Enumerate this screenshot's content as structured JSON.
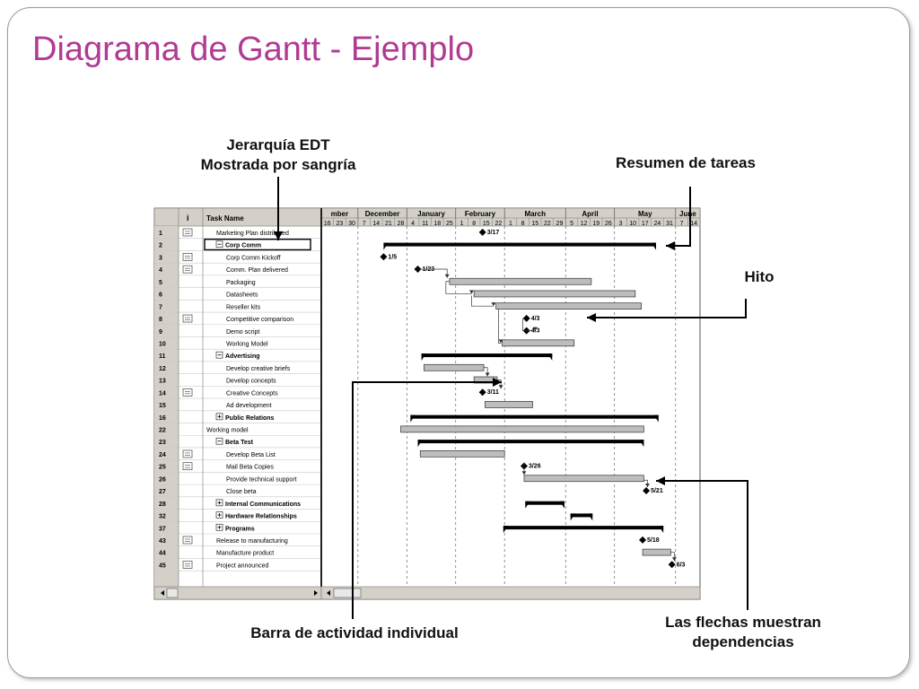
{
  "slide": {
    "title": "Diagrama de Gantt - Ejemplo"
  },
  "callouts": {
    "wbs_line1": "Jerarquía EDT",
    "wbs_line2": "Mostrada por sangría",
    "summary": "Resumen de tareas",
    "milestone": "Hito",
    "bar": "Barra de actividad individual",
    "arrows_line1": "Las flechas muestran",
    "arrows_line2": "dependencias"
  },
  "gantt": {
    "columns": {
      "id": "",
      "info": "i",
      "name": "Task Name"
    },
    "months": [
      "mber",
      "December",
      "January",
      "February",
      "March",
      "April",
      "May",
      "June"
    ],
    "days": [
      "16",
      "23",
      "30",
      "7",
      "14",
      "21",
      "28",
      "4",
      "11",
      "18",
      "25",
      "1",
      "8",
      "15",
      "22",
      "1",
      "8",
      "15",
      "22",
      "29",
      "5",
      "12",
      "19",
      "26",
      "3",
      "10",
      "17",
      "24",
      "31",
      "7",
      "14"
    ],
    "tasks": [
      {
        "id": "1",
        "name": "Marketing Plan distributed",
        "indent": 1,
        "summary": false,
        "icon": true
      },
      {
        "id": "2",
        "name": "Corp Comm",
        "indent": 1,
        "summary": true,
        "sign": "minus",
        "icon": false
      },
      {
        "id": "3",
        "name": "Corp Comm Kickoff",
        "indent": 2,
        "summary": false,
        "icon": true
      },
      {
        "id": "4",
        "name": "Comm. Plan delivered",
        "indent": 2,
        "summary": false,
        "icon": true
      },
      {
        "id": "5",
        "name": "Packaging",
        "indent": 2,
        "summary": false,
        "icon": false
      },
      {
        "id": "6",
        "name": "Datasheets",
        "indent": 2,
        "summary": false,
        "icon": false
      },
      {
        "id": "7",
        "name": "Reseller kits",
        "indent": 2,
        "summary": false,
        "icon": false
      },
      {
        "id": "8",
        "name": "Competitive comparison",
        "indent": 2,
        "summary": false,
        "icon": true
      },
      {
        "id": "9",
        "name": "Demo script",
        "indent": 2,
        "summary": false,
        "icon": false
      },
      {
        "id": "10",
        "name": "Working Model",
        "indent": 2,
        "summary": false,
        "icon": false
      },
      {
        "id": "11",
        "name": "Advertising",
        "indent": 1,
        "summary": true,
        "sign": "minus",
        "icon": false
      },
      {
        "id": "12",
        "name": "Develop creative briefs",
        "indent": 2,
        "summary": false,
        "icon": false
      },
      {
        "id": "13",
        "name": "Develop concepts",
        "indent": 2,
        "summary": false,
        "icon": false
      },
      {
        "id": "14",
        "name": "Creative Concepts",
        "indent": 2,
        "summary": false,
        "icon": true
      },
      {
        "id": "15",
        "name": "Ad development",
        "indent": 2,
        "summary": false,
        "icon": false
      },
      {
        "id": "16",
        "name": "Public Relations",
        "indent": 1,
        "summary": true,
        "sign": "plus",
        "icon": false
      },
      {
        "id": "22",
        "name": "Working model",
        "indent": 0,
        "summary": false,
        "icon": false
      },
      {
        "id": "23",
        "name": "Beta Test",
        "indent": 1,
        "summary": true,
        "sign": "minus",
        "icon": false
      },
      {
        "id": "24",
        "name": "Develop Beta List",
        "indent": 2,
        "summary": false,
        "icon": true
      },
      {
        "id": "25",
        "name": "Mail Beta Copies",
        "indent": 2,
        "summary": false,
        "icon": true
      },
      {
        "id": "26",
        "name": "Provide technical support",
        "indent": 2,
        "summary": false,
        "icon": false
      },
      {
        "id": "27",
        "name": "Close beta",
        "indent": 2,
        "summary": false,
        "icon": false
      },
      {
        "id": "28",
        "name": "Internal Communications",
        "indent": 1,
        "summary": true,
        "sign": "plus",
        "icon": false
      },
      {
        "id": "32",
        "name": "Hardware Relationships",
        "indent": 1,
        "summary": true,
        "sign": "plus",
        "icon": false
      },
      {
        "id": "37",
        "name": "Programs",
        "indent": 1,
        "summary": true,
        "sign": "plus",
        "icon": false
      },
      {
        "id": "43",
        "name": "Release to manufacturing",
        "indent": 1,
        "summary": false,
        "icon": true
      },
      {
        "id": "44",
        "name": "Manufacture product",
        "indent": 1,
        "summary": false,
        "icon": false
      },
      {
        "id": "45",
        "name": "Project announced",
        "indent": 1,
        "summary": false,
        "icon": true
      }
    ],
    "milestone_labels": [
      "3/17",
      "1/5",
      "1/23",
      "4/3",
      "4/3",
      "3/11",
      "3/26",
      "5/21",
      "5/18",
      "6/3"
    ],
    "colors": {
      "title": "#b13a93",
      "grid": "#c9c9c9",
      "bar_fill": "#bdbdbd",
      "header_bg": "#d4d0c8"
    }
  }
}
